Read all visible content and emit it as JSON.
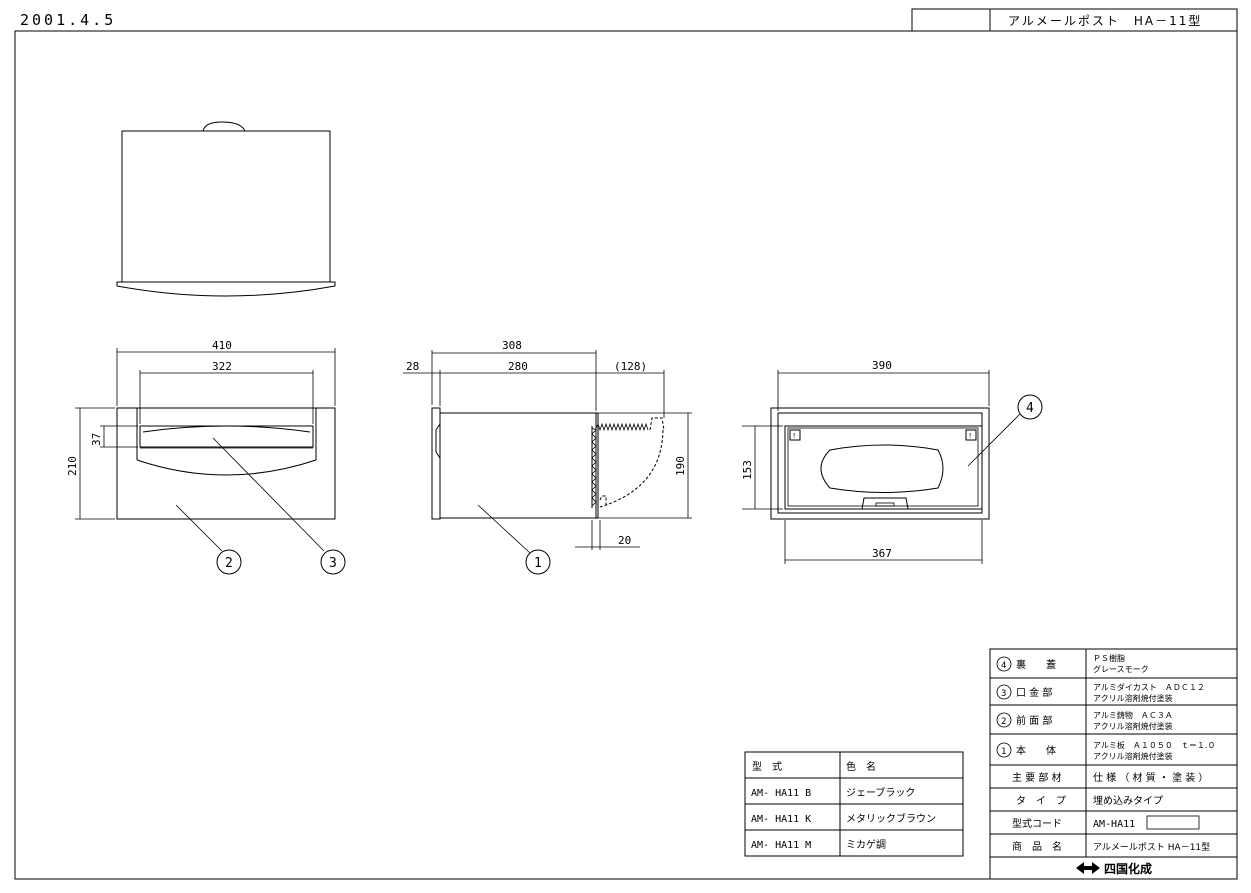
{
  "header": {
    "date": "2001.4.5",
    "title": "アルメールポスト　HA－11型"
  },
  "dimensions": {
    "front": {
      "width_outer": "410",
      "width_inner": "322",
      "height": "210",
      "slot_height": "37"
    },
    "side": {
      "depth_total": "308",
      "flange": "28",
      "depth_body": "280",
      "door_swing": "(128)",
      "height": "190",
      "door_thickness": "20"
    },
    "back": {
      "width_outer": "390",
      "height": "153",
      "width_inner": "367"
    }
  },
  "callouts": {
    "c1": "1",
    "c2": "2",
    "c3": "3",
    "c4": "4"
  },
  "model_table": {
    "headers": {
      "model": "型　式",
      "color": "色　名"
    },
    "rows": [
      {
        "model": "AM- HA11 B",
        "color": "ジェーブラック"
      },
      {
        "model": "AM- HA11 K",
        "color": "メタリックブラウン"
      },
      {
        "model": "AM- HA11 M",
        "color": "ミカゲ調"
      }
    ]
  },
  "parts_table": {
    "rows": [
      {
        "num": "4",
        "part": "裏　　蓋",
        "spec1": "ＰＳ樹脂",
        "spec2": "グレースモーク"
      },
      {
        "num": "3",
        "part": "口 金 部",
        "spec1": "アルミダイカスト　ＡＤＣ１２",
        "spec2": "アクリル溶剤焼付塗装"
      },
      {
        "num": "2",
        "part": "前 面 部",
        "spec1": "アルミ鋳物　ＡＣ３Ａ",
        "spec2": "アクリル溶剤焼付塗装"
      },
      {
        "num": "1",
        "part": "本　　体",
        "spec1": "アルミ板　Ａ１０５０　ｔ＝１.０",
        "spec2": "アクリル溶剤焼付塗装"
      }
    ],
    "spec_rows": [
      {
        "label": "主 要 部 材",
        "value": "仕 様 （ 材 質 ・ 塗 装 ）"
      },
      {
        "label": "タ　イ　プ",
        "value": "埋め込みタイプ"
      },
      {
        "label": "型式コード",
        "value": "AM-HA11"
      },
      {
        "label": "商　品　名",
        "value": "アルメールポスト HA－11型"
      }
    ],
    "company": "四国化成"
  }
}
